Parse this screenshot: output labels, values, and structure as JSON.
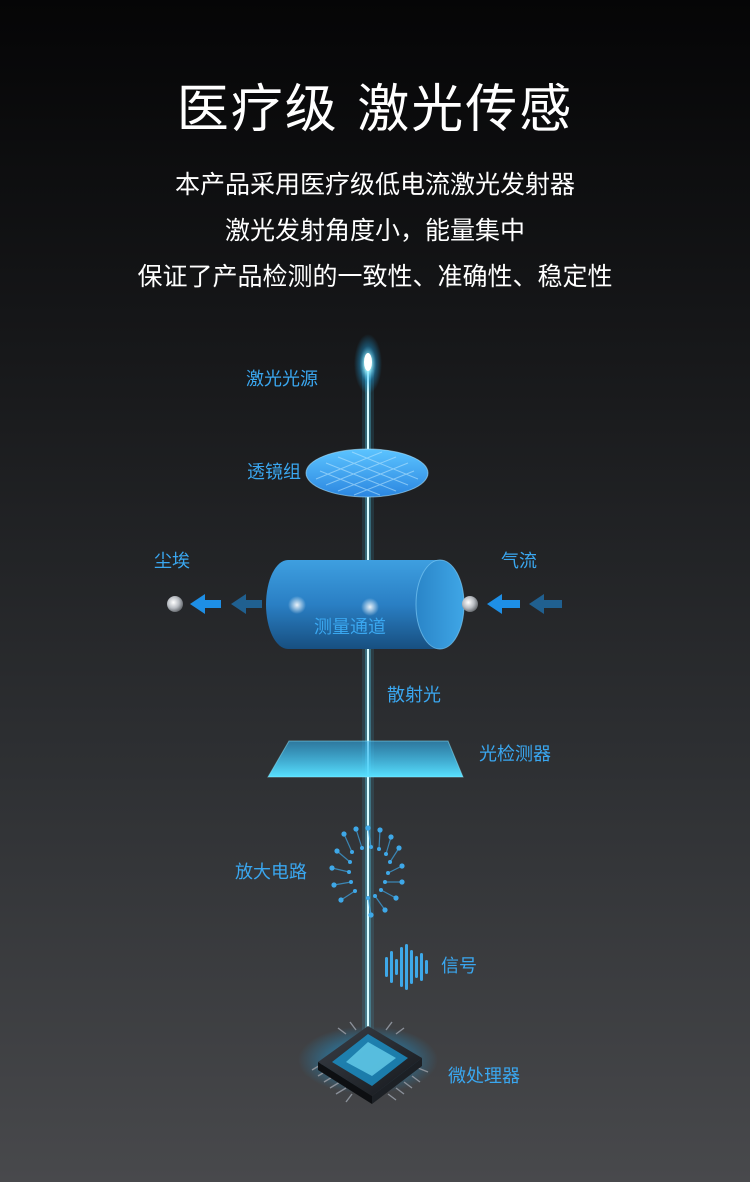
{
  "header": {
    "title": "医疗级 激光传感",
    "lines": [
      "本产品采用医疗级低电流激光发射器",
      "激光发射角度小，能量集中",
      "保证了产品检测的一致性、准确性、稳定性"
    ]
  },
  "diagram": {
    "labels": {
      "laser_source": "激光光源",
      "lens_group": "透镜组",
      "dust": "尘埃",
      "airflow": "气流",
      "measurement_channel": "测量通道",
      "scattered_light": "散射光",
      "photodetector": "光检测器",
      "amplifier_circuit": "放大电路",
      "signal": "信号",
      "microprocessor": "微处理器"
    },
    "colors": {
      "accent_label": "#3aa7f0",
      "beam": "#7fe8ff",
      "component": "#2d8fd6",
      "detector": "#45d2f5"
    }
  }
}
